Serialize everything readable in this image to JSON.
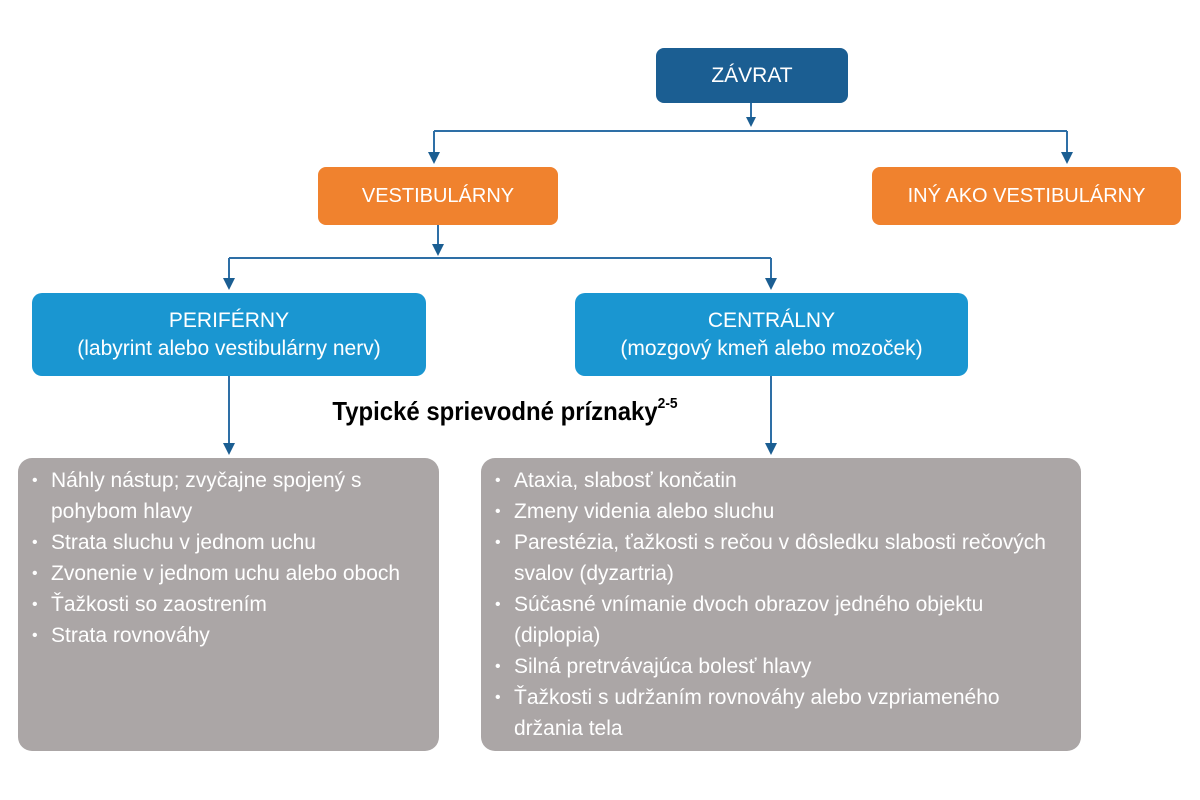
{
  "colors": {
    "root": "#1b5e92",
    "level2": "#f0822e",
    "level3": "#1a96d1",
    "symptoms": "#aba6a6",
    "connector": "#2e6fa6"
  },
  "root": {
    "label": "ZÁVRAT"
  },
  "level2": {
    "vestibular": {
      "label": "VESTIBULÁRNY"
    },
    "non_vestibular": {
      "label": "INÝ AKO VESTIBULÁRNY"
    }
  },
  "level3": {
    "peripheral": {
      "title": "PERIFÉRNY",
      "subtitle": "(labyrint alebo vestibulárny nerv)"
    },
    "central": {
      "title": "CENTRÁLNY",
      "subtitle": "(mozgový kmeň alebo mozoček)"
    }
  },
  "symptoms_heading": {
    "text": "Typické sprievodné príznaky",
    "superscript": "2-5"
  },
  "bullet_glyph": "•",
  "symptoms": {
    "peripheral": [
      "Náhly nástup; zvyčajne spojený s pohybom hlavy",
      "Strata sluchu v jednom uchu",
      "Zvonenie v jednom uchu alebo oboch",
      "Ťažkosti so zaostrením",
      "Strata rovnováhy"
    ],
    "central": [
      "Ataxia, slabosť končatin",
      "Zmeny videnia alebo sluchu",
      "Parestézia, ťažkosti s rečou v dôsledku slabosti rečových svalov (dyzartria)",
      "Súčasné vnímanie dvoch obrazov jedného objektu (diplopia)",
      "Silná pretrvávajúca bolesť hlavy",
      "Ťažkosti s udržaním rovnováhy alebo vzpriameného držania tela"
    ]
  }
}
